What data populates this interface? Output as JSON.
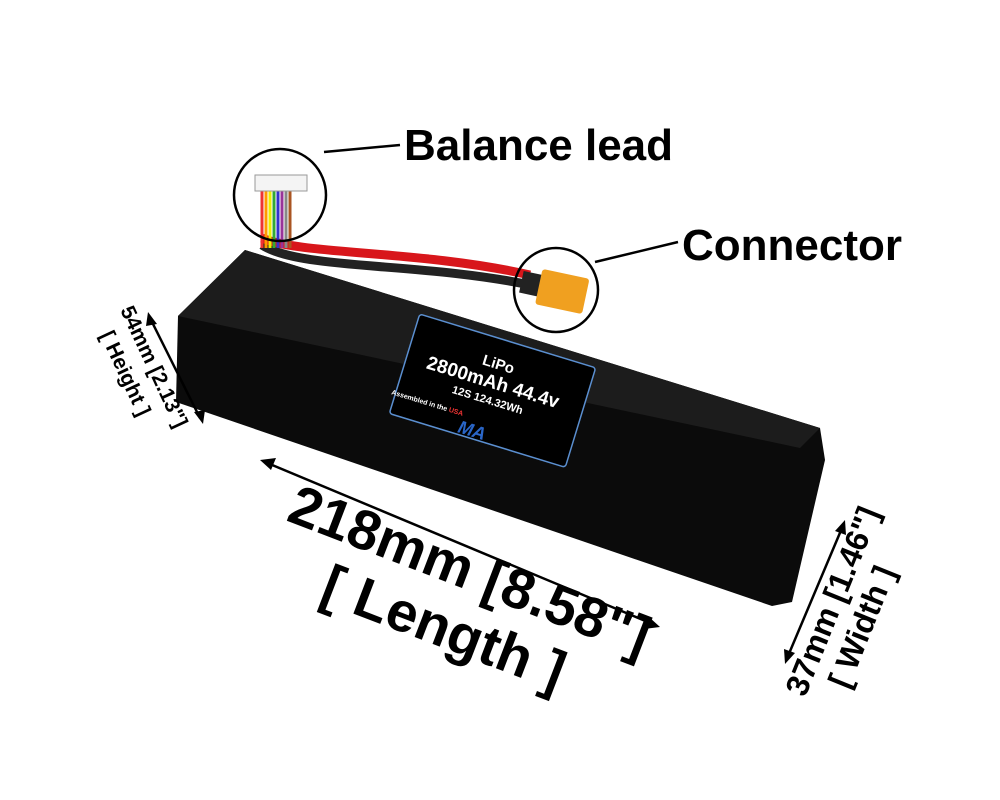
{
  "callouts": {
    "balance_lead": "Balance lead",
    "connector": "Connector"
  },
  "dimensions": {
    "height": {
      "value": "54mm [2.13\"]",
      "label": "[ Height ]"
    },
    "length": {
      "value": "218mm [8.58\"]",
      "label": "[ Length ]"
    },
    "width": {
      "value": "37mm [1.46\"]",
      "label": "[ Width ]"
    }
  },
  "battery_label": {
    "chemistry": "LiPo",
    "capacity_voltage": "2800mAh 44.4v",
    "config": "12S 124.32Wh",
    "assembled_prefix": "Assembled in the ",
    "assembled_country": "USA",
    "logo": "MA"
  },
  "colors": {
    "battery": "#0b0b0b",
    "label_border": "#5b8fd0",
    "red_wire": "#d8161b",
    "connector": "#f0a020",
    "logo": "#2a66c8"
  }
}
